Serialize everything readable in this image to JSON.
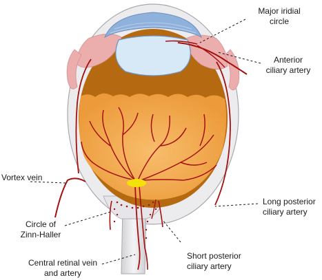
{
  "labels": {
    "major_iridial": "Major iridial\ncircle",
    "anterior_ciliary": "Anterior\nciliary artery",
    "vortex_vein": "Vortex vein",
    "long_posterior": "Long posterior\nciliary artery",
    "zinn_haller": "Circle of\nZinn-Haller",
    "short_posterior": "Short posterior\nciliary artery",
    "central_retinal": "Central retinal vein\nand artery"
  },
  "colors": {
    "sclera": "#ececee",
    "sclera_edge": "#a9a9ad",
    "choroid": "#b56a12",
    "retina": "#f4b05a",
    "vessel": "#a3110f",
    "ciliary_body": "#ecadad",
    "cornea": "#8fb2dc",
    "lens": "#d7e8f6",
    "macula": "#f4e10a"
  }
}
